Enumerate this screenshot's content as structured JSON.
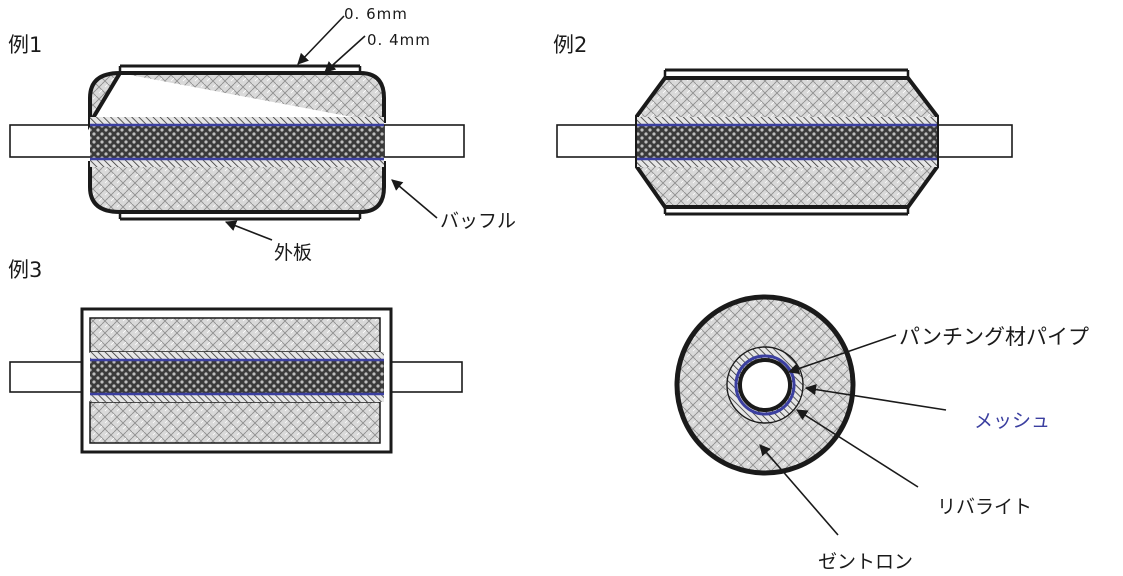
{
  "examples": {
    "ex1": "例1",
    "ex2": "例2",
    "ex3": "例3"
  },
  "labels": {
    "dim_outer": "0. 6mm",
    "dim_inner": "0. 4mm",
    "baffle": "バッフル",
    "outer_plate": "外板",
    "punching_pipe": "パンチング材パイプ",
    "mesh": "メッシュ",
    "rivalite": "リバライト",
    "zentron": "ゼントロン"
  },
  "colors": {
    "line": "#1a1a1a",
    "mesh": "#3b3fa0",
    "fill_grey": "#d7d7d7",
    "core_dark": "#333333"
  }
}
